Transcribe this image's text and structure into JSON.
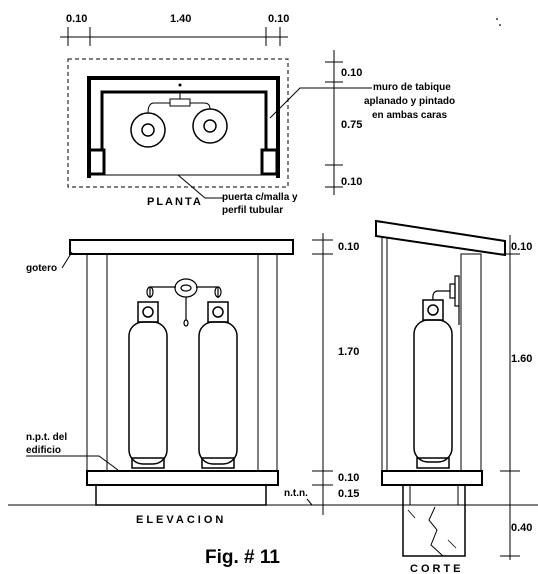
{
  "figure": {
    "caption": "Fig. # 11",
    "views": {
      "planta": {
        "title": "PLANTA"
      },
      "elevacion": {
        "title": "ELEVACION"
      },
      "corte": {
        "title": "CORTE"
      }
    },
    "dimensions": {
      "plan_top": [
        "0.10",
        "1.40",
        "0.10"
      ],
      "plan_right": [
        "0.10",
        "0.75",
        "0.10"
      ],
      "elev_right": [
        "0.10",
        "1.70",
        "0.10",
        "0.15"
      ],
      "corte_right": [
        "0.10",
        "1.60",
        "0.40"
      ]
    },
    "notes": {
      "muro": [
        "muro de tabique",
        "aplanado y pintado",
        "en ambas caras"
      ],
      "puerta": [
        "puerta c/malla y",
        "perfil tubular"
      ],
      "gotero": "gotero",
      "npt": [
        "n.p.t. del",
        "edificio"
      ],
      "ntn": "n.t.n."
    }
  }
}
